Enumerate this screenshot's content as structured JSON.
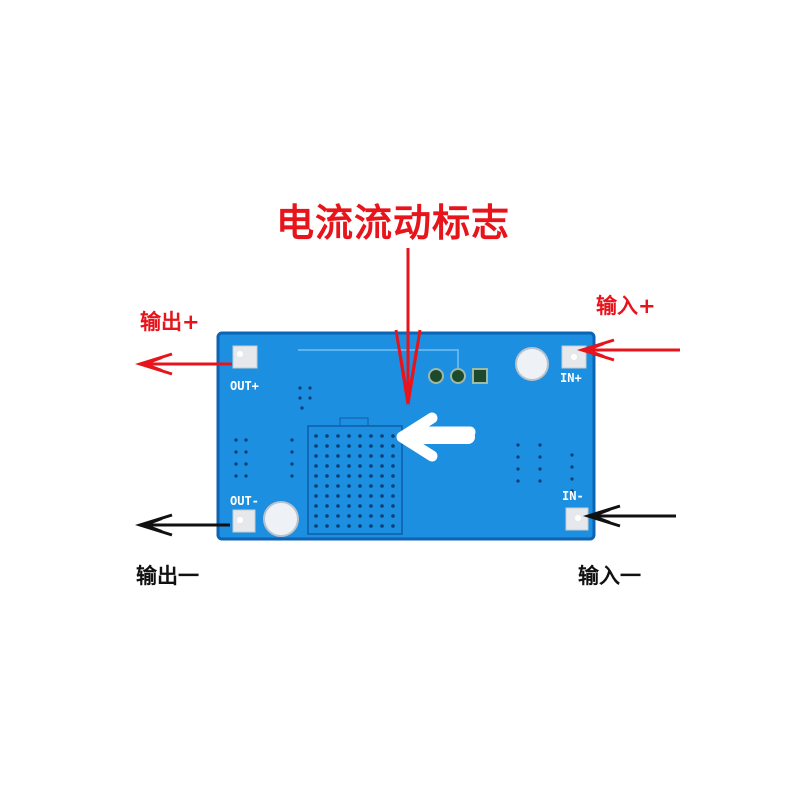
{
  "title": "电流流动标志",
  "labels": {
    "output_plus": "输出+",
    "input_plus": "输入+",
    "output_minus": "输出一",
    "input_minus": "输入一"
  },
  "board": {
    "out_plus": "OUT+",
    "out_minus": "OUT-",
    "in_plus": "IN+",
    "in_minus": "IN-"
  },
  "colors": {
    "label_red": "#e8141c",
    "label_black": "#111111",
    "board_blue": "#1d8fe0",
    "board_edge": "#0d63b4",
    "pad": "#e6e8ec"
  }
}
